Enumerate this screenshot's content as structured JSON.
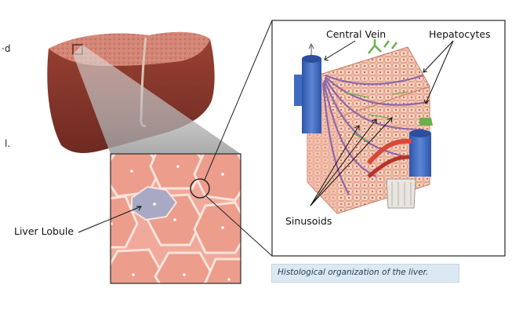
{
  "labels": {
    "central_vein": "Central Vein",
    "hepatocytes": "Hepatocytes",
    "sinusoids": "Sinusoids",
    "liver_lobule": "Liver Lobule"
  },
  "caption": "Histological organization of the liver.",
  "edge_fragments": [
    "·d",
    "l."
  ],
  "colors": {
    "liver": "#8f3a2e",
    "liver_cut": "#d99b8c",
    "tissue": "#f0a99a",
    "lobule_highlight": "#a8a9c4",
    "vein_blue": "#3f6cc2",
    "artery_red": "#d8483a",
    "bile_green": "#6ab04c",
    "caption_bg": "#dce9f2"
  }
}
